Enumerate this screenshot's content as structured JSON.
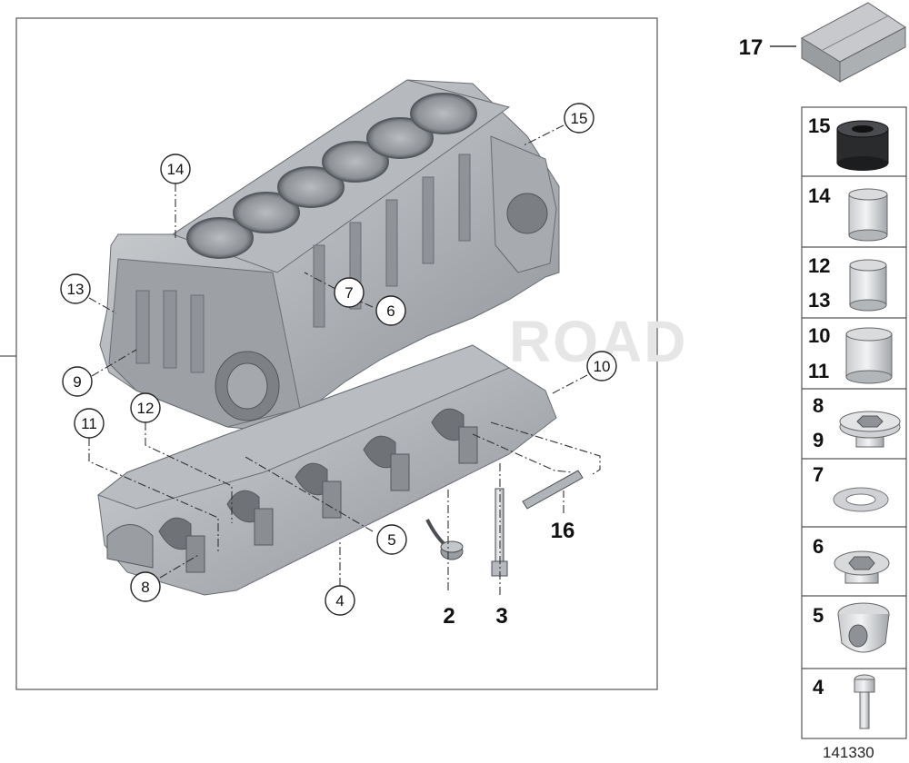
{
  "watermark": "ROAD",
  "diagram_id": "141330",
  "main_callouts": [
    {
      "id": "c15",
      "label": "15"
    },
    {
      "id": "c14",
      "label": "14"
    },
    {
      "id": "c13",
      "label": "13"
    },
    {
      "id": "c7",
      "label": "7"
    },
    {
      "id": "c6",
      "label": "6"
    },
    {
      "id": "c9",
      "label": "9"
    },
    {
      "id": "c10",
      "label": "10"
    },
    {
      "id": "c12",
      "label": "12"
    },
    {
      "id": "c11",
      "label": "11"
    },
    {
      "id": "c5",
      "label": "5"
    },
    {
      "id": "c8",
      "label": "8"
    },
    {
      "id": "c4",
      "label": "4"
    }
  ],
  "plain_labels": {
    "p2": "2",
    "p3": "3",
    "p16": "16",
    "p17": "17"
  },
  "side_panel": [
    {
      "labels": [
        "15"
      ],
      "part": "rubber-bushing"
    },
    {
      "labels": [
        "14"
      ],
      "part": "sleeve"
    },
    {
      "labels": [
        "12",
        "13"
      ],
      "part": "sleeve"
    },
    {
      "labels": [
        "10",
        "11"
      ],
      "part": "sleeve"
    },
    {
      "labels": [
        "8",
        "9"
      ],
      "part": "screw-plug"
    },
    {
      "labels": [
        "7"
      ],
      "part": "gasket-ring"
    },
    {
      "labels": [
        "6"
      ],
      "part": "screw-plug"
    },
    {
      "labels": [
        "5"
      ],
      "part": "plug"
    },
    {
      "labels": [
        "4"
      ],
      "part": "bolt"
    }
  ]
}
